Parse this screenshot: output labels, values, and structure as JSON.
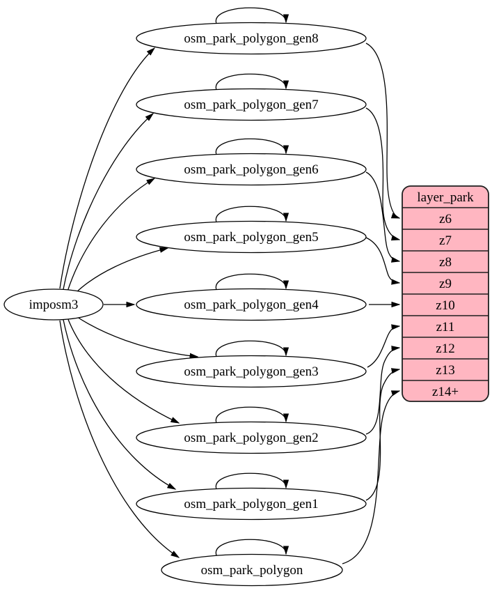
{
  "colors": {
    "background": "#ffffff",
    "node_fill": "#ffffff",
    "node_stroke": "#000000",
    "edge_color": "#000000",
    "layer_fill": "#ffb6c1",
    "layer_stroke": "#1f1f1f",
    "text_color": "#000000"
  },
  "source": {
    "label": "imposm3"
  },
  "tables": [
    {
      "label": "osm_park_polygon_gen8",
      "feeds": "z6"
    },
    {
      "label": "osm_park_polygon_gen7",
      "feeds": "z7"
    },
    {
      "label": "osm_park_polygon_gen6",
      "feeds": "z8"
    },
    {
      "label": "osm_park_polygon_gen5",
      "feeds": "z9"
    },
    {
      "label": "osm_park_polygon_gen4",
      "feeds": "z10"
    },
    {
      "label": "osm_park_polygon_gen3",
      "feeds": "z11"
    },
    {
      "label": "osm_park_polygon_gen2",
      "feeds": "z12"
    },
    {
      "label": "osm_park_polygon_gen1",
      "feeds": "z13"
    },
    {
      "label": "osm_park_polygon",
      "feeds": "z14+"
    }
  ],
  "layer": {
    "header": "layer_park",
    "rows": [
      "z6",
      "z7",
      "z8",
      "z9",
      "z10",
      "z11",
      "z12",
      "z13",
      "z14+"
    ]
  },
  "edges": [
    {
      "from": "imposm3",
      "to": "osm_park_polygon_gen8"
    },
    {
      "from": "imposm3",
      "to": "osm_park_polygon_gen7"
    },
    {
      "from": "imposm3",
      "to": "osm_park_polygon_gen6"
    },
    {
      "from": "imposm3",
      "to": "osm_park_polygon_gen5"
    },
    {
      "from": "imposm3",
      "to": "osm_park_polygon_gen4"
    },
    {
      "from": "imposm3",
      "to": "osm_park_polygon_gen3"
    },
    {
      "from": "imposm3",
      "to": "osm_park_polygon_gen2"
    },
    {
      "from": "imposm3",
      "to": "osm_park_polygon_gen1"
    },
    {
      "from": "imposm3",
      "to": "osm_park_polygon"
    },
    {
      "from": "osm_park_polygon_gen8",
      "to": "osm_park_polygon_gen8"
    },
    {
      "from": "osm_park_polygon_gen7",
      "to": "osm_park_polygon_gen7"
    },
    {
      "from": "osm_park_polygon_gen6",
      "to": "osm_park_polygon_gen6"
    },
    {
      "from": "osm_park_polygon_gen5",
      "to": "osm_park_polygon_gen5"
    },
    {
      "from": "osm_park_polygon_gen4",
      "to": "osm_park_polygon_gen4"
    },
    {
      "from": "osm_park_polygon_gen3",
      "to": "osm_park_polygon_gen3"
    },
    {
      "from": "osm_park_polygon_gen2",
      "to": "osm_park_polygon_gen2"
    },
    {
      "from": "osm_park_polygon_gen1",
      "to": "osm_park_polygon_gen1"
    },
    {
      "from": "osm_park_polygon",
      "to": "osm_park_polygon"
    },
    {
      "from": "osm_park_polygon_gen8",
      "to": "layer_park:z6"
    },
    {
      "from": "osm_park_polygon_gen7",
      "to": "layer_park:z7"
    },
    {
      "from": "osm_park_polygon_gen6",
      "to": "layer_park:z8"
    },
    {
      "from": "osm_park_polygon_gen5",
      "to": "layer_park:z9"
    },
    {
      "from": "osm_park_polygon_gen4",
      "to": "layer_park:z10"
    },
    {
      "from": "osm_park_polygon_gen3",
      "to": "layer_park:z11"
    },
    {
      "from": "osm_park_polygon_gen2",
      "to": "layer_park:z12"
    },
    {
      "from": "osm_park_polygon_gen1",
      "to": "layer_park:z13"
    },
    {
      "from": "osm_park_polygon",
      "to": "layer_park:z14+"
    }
  ]
}
